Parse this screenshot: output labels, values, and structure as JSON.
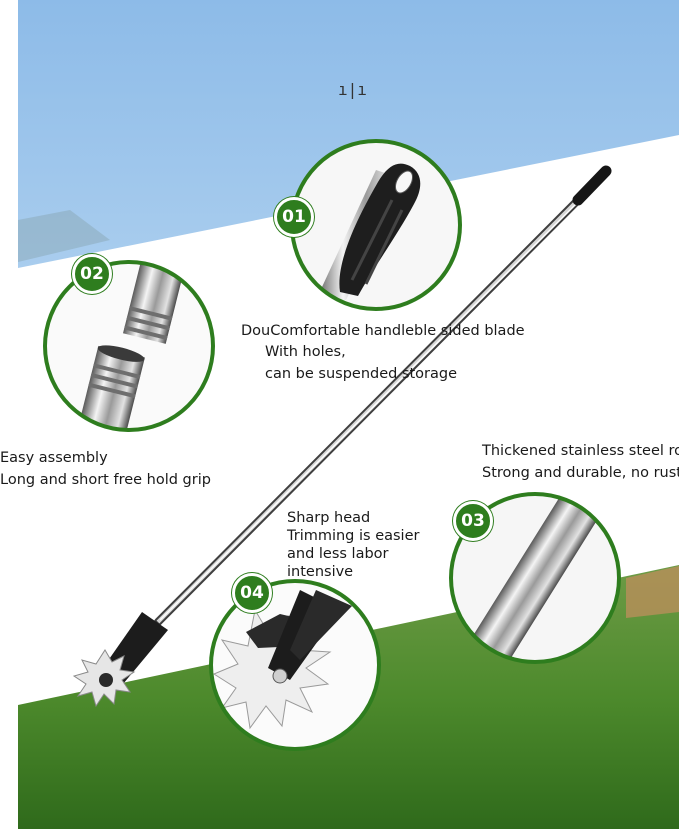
{
  "mark": "ı|ı",
  "badges": {
    "b1": "01",
    "b2": "02",
    "b3": "03",
    "b4": "04"
  },
  "captions": {
    "handle": {
      "line1": "DouComfortable handleble sided blade",
      "line2": "With holes,",
      "line3": "can be suspended storage"
    },
    "assembly": {
      "line1": "Easy assembly",
      "line2": "Long and short free hold grip"
    },
    "rod": {
      "line1": "Thickened stainless steel rod",
      "line2": "Strong and durable, no rust"
    },
    "head": {
      "line1": "Sharp head",
      "line2": "Trimming is easier",
      "line3": "and less labor",
      "line4": "intensive"
    }
  },
  "colors": {
    "accent_green": "#2e7d1e",
    "sky": "#8fbde9",
    "grass": "#4d8a2c"
  }
}
